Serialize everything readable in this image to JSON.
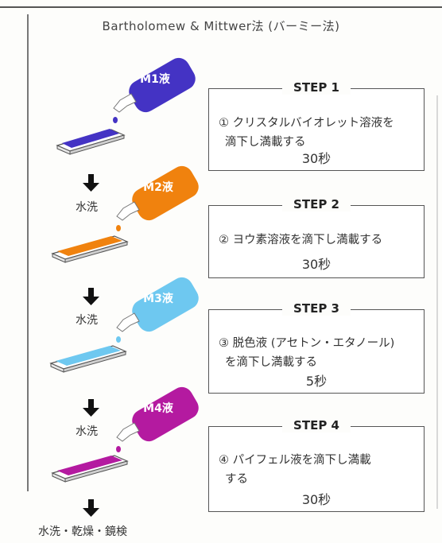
{
  "title": "Bartholomew & Mittwer法 (バーミー法)",
  "steps": [
    {
      "label": "STEP 1",
      "line1": "① クリスタルバイオレット溶液を",
      "line2": "滴下し満載する",
      "time": "30秒",
      "bottle": "M1液",
      "color": "#4433c4"
    },
    {
      "label": "STEP 2",
      "line1": "② ヨウ素溶液を滴下し満載する",
      "line2": "",
      "time": "30秒",
      "bottle": "M2液",
      "color": "#f0820e"
    },
    {
      "label": "STEP 3",
      "line1": "③ 脱色液 (アセトン・エタノール)",
      "line2": "を滴下し満載する",
      "time": "5秒",
      "bottle": "M3液",
      "color": "#6ec8f0"
    },
    {
      "label": "STEP 4",
      "line1": "④ パイフェル液を滴下し満載",
      "line2": "する",
      "time": "30秒",
      "bottle": "M4液",
      "color": "#b41aa0"
    }
  ],
  "wash_label": "水洗",
  "final_label": "水洗・乾燥・鏡検"
}
